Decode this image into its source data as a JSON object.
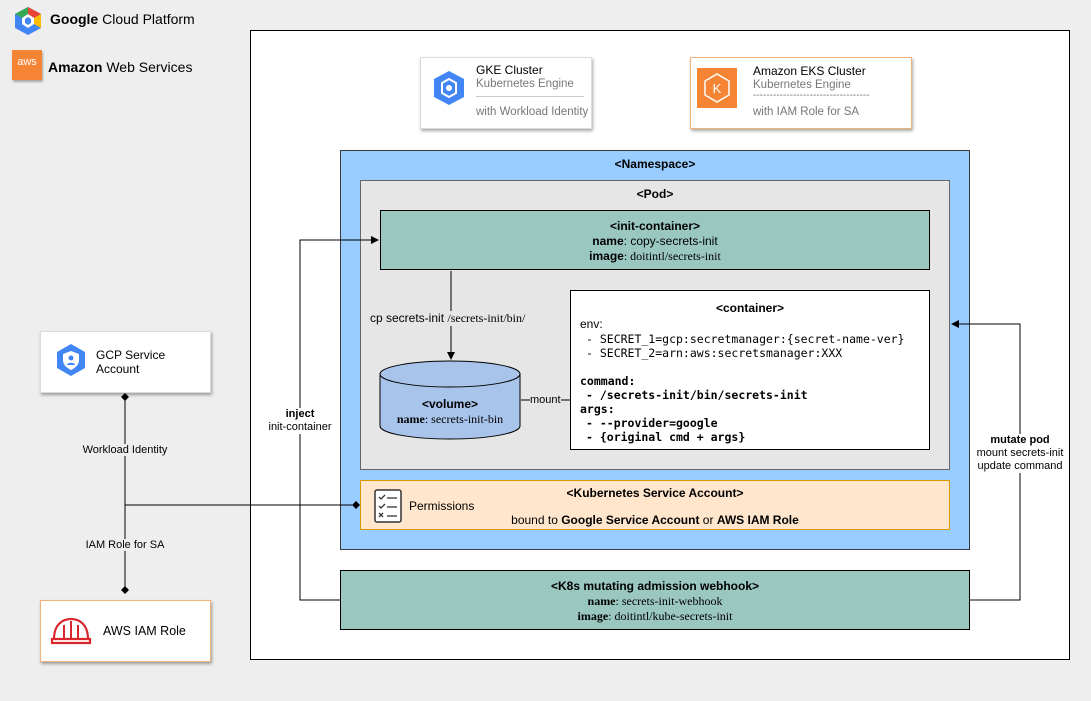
{
  "legend": {
    "gcp": {
      "brand": "Google",
      "rest": "Cloud Platform",
      "icon": "gcp-hexagon-logo"
    },
    "aws": {
      "brand": "Amazon",
      "rest": "Web Services",
      "icon": "aws-logo",
      "icon_text": "aws"
    }
  },
  "gke_card": {
    "title": "GKE Cluster",
    "subtitle": "Kubernetes Engine",
    "note": "with Workload Identity",
    "icon": "kubernetes-engine-icon"
  },
  "eks_card": {
    "title": "Amazon EKS Cluster",
    "subtitle": "Kubernetes Engine",
    "divider": "-----------------------------------",
    "note": "with IAM Role for SA",
    "icon": "eks-icon",
    "icon_text": "K"
  },
  "namespace": {
    "label": "<Namespace>"
  },
  "pod": {
    "label": "<Pod>"
  },
  "init_container": {
    "label": "<init-container>",
    "name_key": "name",
    "name_value": ": copy-secrets-init",
    "image_key": "image",
    "image_value": ": doitintl/secrets-init"
  },
  "copy_edge": {
    "prefix": "cp secrets-init ",
    "path": "/secrets-init/bin/"
  },
  "volume": {
    "label": "<volume>",
    "name_key": "name",
    "name_value": ": secrets-init-bin"
  },
  "mount_label": "mount",
  "container": {
    "label": "<container>",
    "env_label": "env:",
    "env_lines": [
      "- SECRET_1=gcp:secretmanager:{secret-name-ver}",
      "- SECRET_2=arn:aws:secretsmanager:XXX"
    ],
    "command_label": "command:",
    "command_lines": [
      "- /secrets-init/bin/secrets-init"
    ],
    "args_label": "args:",
    "args_lines": [
      "- --provider=google",
      "- {original cmd + args}"
    ]
  },
  "ksa": {
    "label": "<Kubernetes Service Account>",
    "permissions": "Permissions",
    "bound_prefix": "bound to ",
    "google_sa": "Google Service Account",
    "or": " or ",
    "aws_role": "AWS IAM Role",
    "icon": "permissions-checklist-icon"
  },
  "webhook": {
    "label": "<K8s mutating admission webhook>",
    "name_key": "name",
    "name_value": ": secrets-init-webhook",
    "image_key": "image",
    "image_value": ": doitintl/kube-secrets-init"
  },
  "gcp_sa": {
    "line1": "GCP Service",
    "line2": "Account",
    "icon": "service-account-shield-icon"
  },
  "aws_role": {
    "label": "AWS IAM Role",
    "icon": "iam-role-helmet-icon"
  },
  "edges": {
    "workload_identity": "Workload Identity",
    "iam_role_sa": "IAM Role for SA",
    "inject_bold": "inject",
    "inject_rest": "init-container",
    "mutate_bold": "mutate pod",
    "mutate_line2": "mount secrets-init",
    "mutate_line3": "update command"
  },
  "colors": {
    "namespace_fill": "#99ccff",
    "pod_fill": "#e6e6e6",
    "init_fill": "#9ac7bf",
    "ksa_fill": "#ffe6cc",
    "volume_fill": "#a9c4eb",
    "aws_orange": "#f58534",
    "gcp_blue": "#4285f4",
    "iam_red": "#d9272e"
  }
}
